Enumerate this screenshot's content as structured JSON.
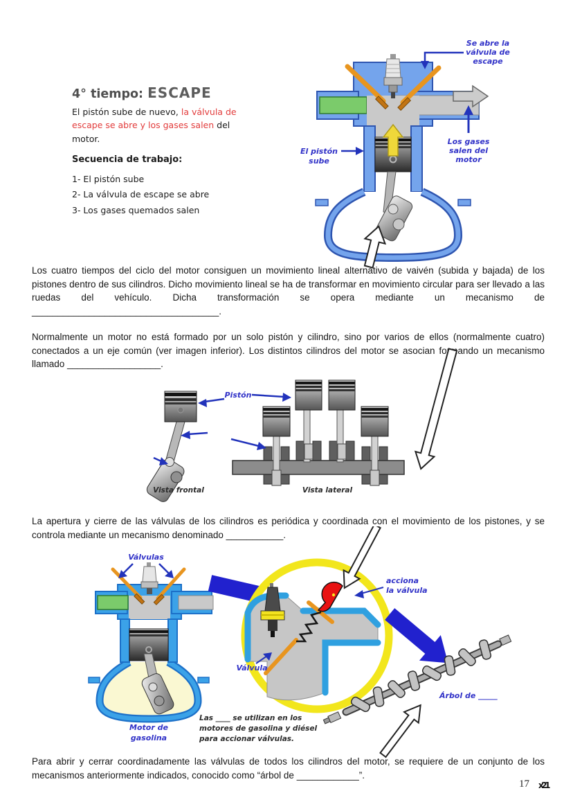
{
  "page": {
    "number": "17",
    "corner_mark": "x21"
  },
  "colors": {
    "label_blue": "#3233c8",
    "red_text": "#e23b3b",
    "engine_blue": "#74a4ec",
    "bright_blue": "#3ba2e8",
    "valve_orange": "#e8951f",
    "intake_green": "#7bcb6b",
    "cam_red": "#e81212",
    "ring_yellow": "#f2e61c",
    "arrow_blue": "#2121ce"
  },
  "escape_block": {
    "title_prefix": "4° tiempo: ",
    "title_word": "ESCAPE",
    "intro_part1": "El pistón sube de nuevo, ",
    "intro_red": "la válvula de escape se abre y los gases salen",
    "intro_part2": " del motor.",
    "sequence_heading": "Secuencia de trabajo:",
    "steps": [
      "1- El pistón sube",
      "2- La válvula de escape se abre",
      "3- Los gases quemados salen"
    ]
  },
  "exhaust_diagram": {
    "valve_open_label": [
      "Se abre la",
      "válvula de",
      "escape"
    ],
    "piston_label": [
      "El pistón",
      "sube"
    ],
    "gases_label": [
      "Los gases",
      "salen del",
      "motor"
    ]
  },
  "paragraphs": {
    "p1": "Los cuatro tiempos del ciclo del motor consiguen un movimiento lineal alternativo de vaivén (subida y bajada) de los pistones dentro de sus cilindros. Dicho movimiento lineal se ha de transformar en movimiento circular para ser llevado a las ruedas del vehículo. Dicha transformación se opera mediante un mecanismo de ____________________________________.",
    "p2": "Normalmente un motor no está formado por un solo pistón y cilindro, sino por varios de ellos (normalmente cuatro) conectados a un eje común (ver imagen inferior). Los distintos cilindros del motor se asocian formando un mecanismo llamado __________________.",
    "p3": "La apertura y cierre de las válvulas de los cilindros es periódica y coordinada con el movimiento de los pistones, y se controla mediante un mecanismo denominado ___________.",
    "p4": "Para abrir y cerrar coordinadamente las válvulas de todos los cilindros del motor, se requiere de un conjunto de los mecanismos anteriormente indicados, conocido como “árbol de ____________”."
  },
  "crankshaft_diagram": {
    "piston_label": "Pistón",
    "front_view_caption": "Vista frontal",
    "side_view_caption": "Vista lateral"
  },
  "valvetrain_diagram": {
    "valves_label": "Válvulas",
    "engine_caption": [
      "Motor de",
      "gasolina"
    ],
    "cam_action_label": [
      "acciona",
      "la válvula"
    ],
    "valve_label": "Válvula",
    "usage_caption": [
      "Las ____ se utilizan en los",
      "motores de gasolina y diésel",
      "para accionar válvulas."
    ],
    "camshaft_label": "Árbol de _____"
  }
}
